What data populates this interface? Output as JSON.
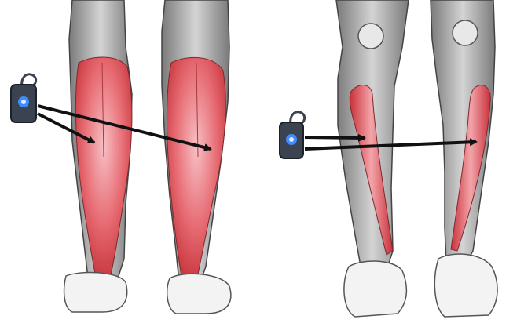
{
  "figure": {
    "panels": [
      {
        "view": "posterior",
        "target_muscle": "gastrocnemius",
        "legs": 2,
        "device": "stimulator-device-icon",
        "arrows": 2
      },
      {
        "view": "anterior",
        "target_muscle": "tibialis-anterior",
        "legs": 2,
        "device": "stimulator-device-icon",
        "arrows": 2
      }
    ],
    "colors": {
      "background": "#ffffff",
      "muscle_base": "#b9b9b9",
      "muscle_shade": "#6f6f6f",
      "highlight": "#e0404a",
      "highlight_light": "#f6b0b5",
      "foot": "#f3f3f3",
      "arrow": "#111111",
      "device_body": "#3b4250",
      "device_screen": "#3d8cff"
    }
  }
}
